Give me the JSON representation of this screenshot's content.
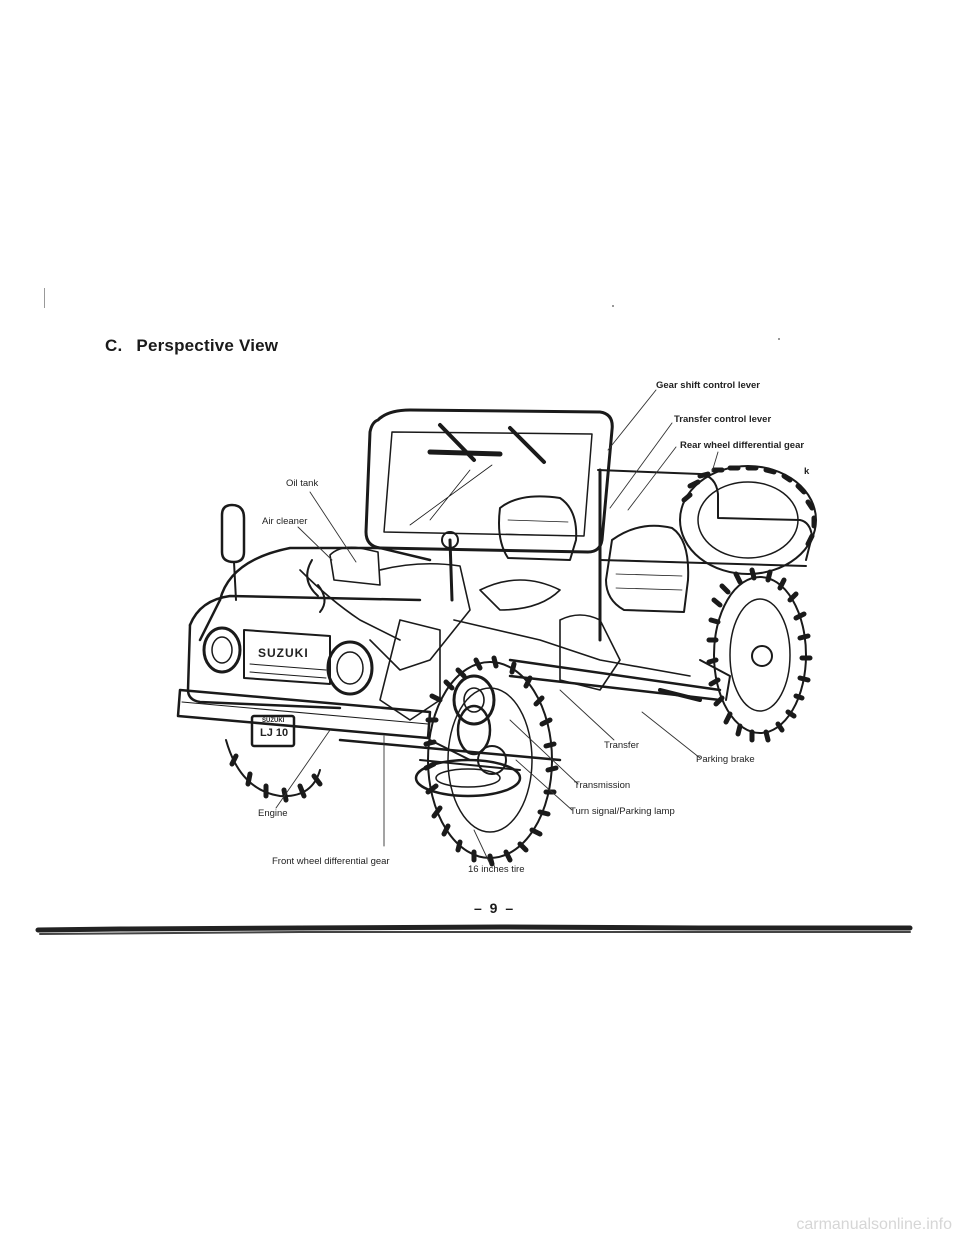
{
  "section": {
    "letter": "C.",
    "title": "Perspective View"
  },
  "labels": {
    "gear_shift": "Gear shift control lever",
    "transfer_lever": "Transfer control lever",
    "rear_diff": "Rear wheel differential gear",
    "fuel_tank_fragment": "k",
    "oil_tank": "Oil tank",
    "air_cleaner": "Air cleaner",
    "transfer": "Transfer",
    "parking_brake": "Parking brake",
    "transmission": "Transmission",
    "turn_signal": "Turn signal/Parking lamp",
    "engine": "Engine",
    "front_diff": "Front wheel differential gear",
    "tire": "16 inches tire"
  },
  "vehicle": {
    "grille_badge": "SUZUKI",
    "plate_top": "SUZUKI",
    "plate_model": "LJ 10"
  },
  "page_number": "– 9 –",
  "watermark": "carmanualsonline.info"
}
